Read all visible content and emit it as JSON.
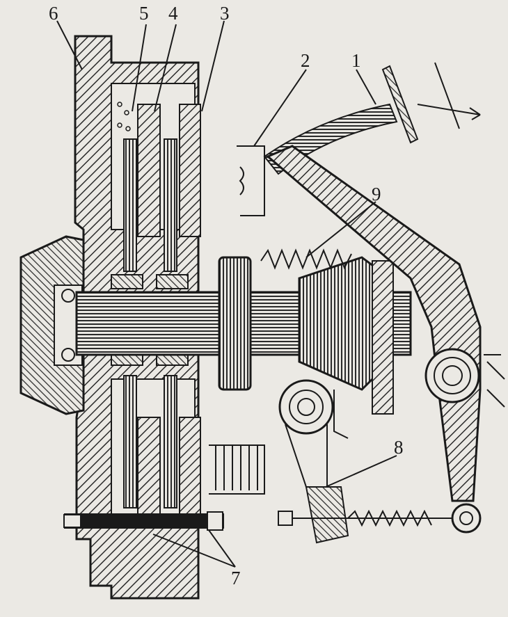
{
  "diagram": {
    "callouts": [
      {
        "id": "1",
        "text": "1"
      },
      {
        "id": "2",
        "text": "2"
      },
      {
        "id": "3",
        "text": "3"
      },
      {
        "id": "4",
        "text": "4"
      },
      {
        "id": "5",
        "text": "5"
      },
      {
        "id": "6",
        "text": "6"
      },
      {
        "id": "7",
        "text": "7"
      },
      {
        "id": "8",
        "text": "8"
      },
      {
        "id": "9",
        "text": "9"
      }
    ]
  },
  "colors": {
    "paper": "#ebe9e4",
    "ink": "#1a1a1a",
    "hatch": "#2a2a2a"
  }
}
